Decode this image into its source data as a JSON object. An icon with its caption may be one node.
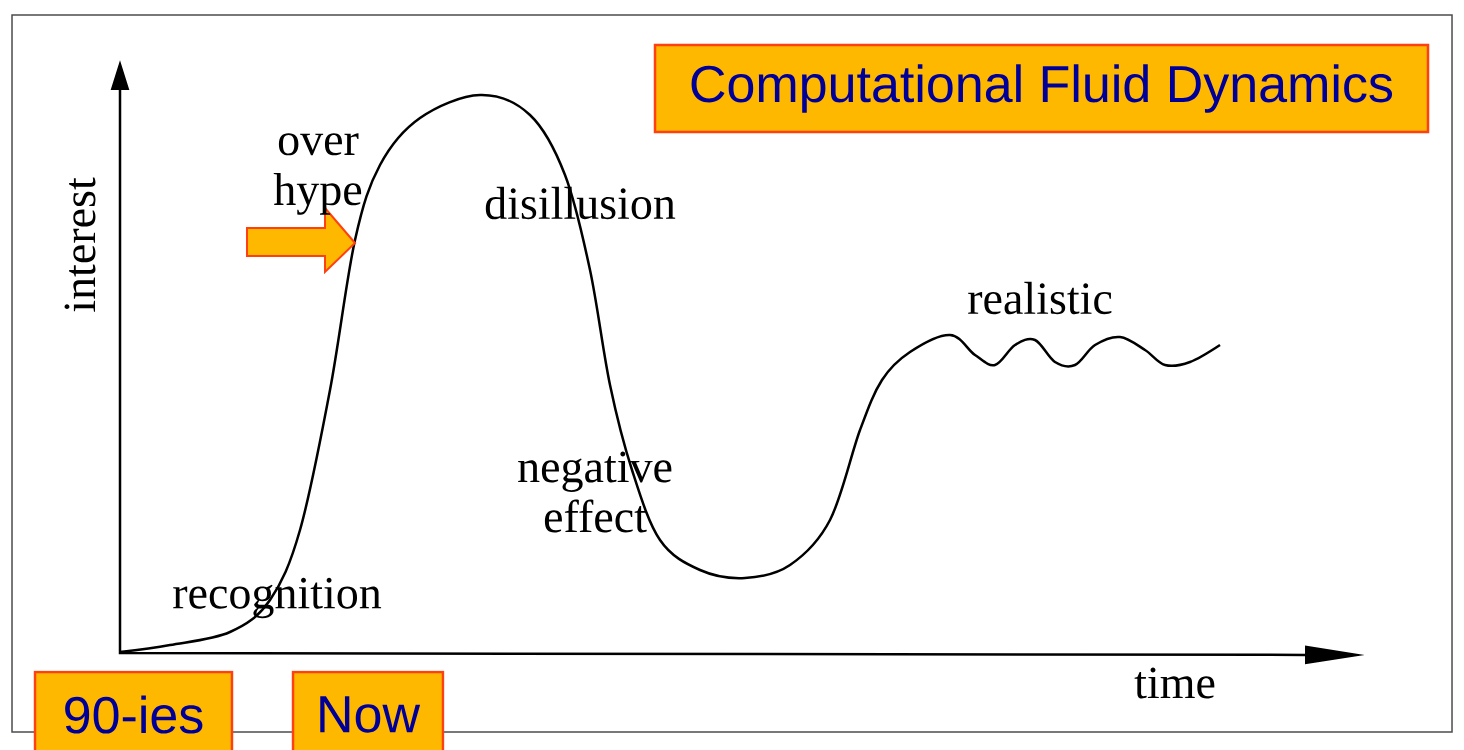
{
  "diagram": {
    "nodes": [
      {
        "text": [
          "Computational Fluid Dynamics"
        ]
      },
      {
        "text": [
          "90-ies"
        ]
      },
      {
        "text": [
          "Now"
        ]
      }
    ],
    "edges": [],
    "labels": [
      "interest",
      "over hype",
      "disillusion",
      "recognition",
      "negative effect",
      "realistic",
      "time"
    ]
  }
}
